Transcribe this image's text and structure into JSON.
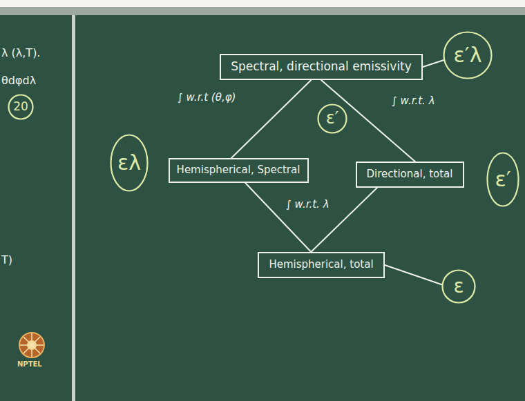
{
  "diagram": {
    "nodes": [
      {
        "text": [
          "Spectral, directional emissivity"
        ]
      },
      {
        "text": [
          "ε′λ"
        ]
      },
      {
        "text": [
          "20"
        ]
      },
      {
        "text": [
          "ε′"
        ]
      },
      {
        "text": [
          "ελ"
        ]
      },
      {
        "text": [
          "Hemispherical, Spectral"
        ]
      },
      {
        "text": [
          "Directional, total"
        ]
      },
      {
        "text": [
          "ε′"
        ]
      },
      {
        "text": [
          "Hemispherical, total"
        ]
      },
      {
        "text": [
          "ε"
        ]
      }
    ],
    "edges": [
      {
        "from": 0,
        "to": 5,
        "arrow": "none",
        "label": "∫ w.r.t (θ,φ)"
      },
      {
        "from": 0,
        "to": 6,
        "arrow": "none",
        "label": "∫ w.r.t. λ"
      },
      {
        "from": 5,
        "to": 8,
        "arrow": "none",
        "label": "∫ w.r.t. λ"
      },
      {
        "from": 6,
        "to": 8,
        "arrow": "none"
      },
      {
        "from": 0,
        "to": 1,
        "arrow": "none"
      },
      {
        "from": 8,
        "to": 9,
        "arrow": "none"
      }
    ],
    "labels": [
      "λ (λ,T).",
      "θdφdλ",
      "T)",
      "NPTEL"
    ]
  }
}
